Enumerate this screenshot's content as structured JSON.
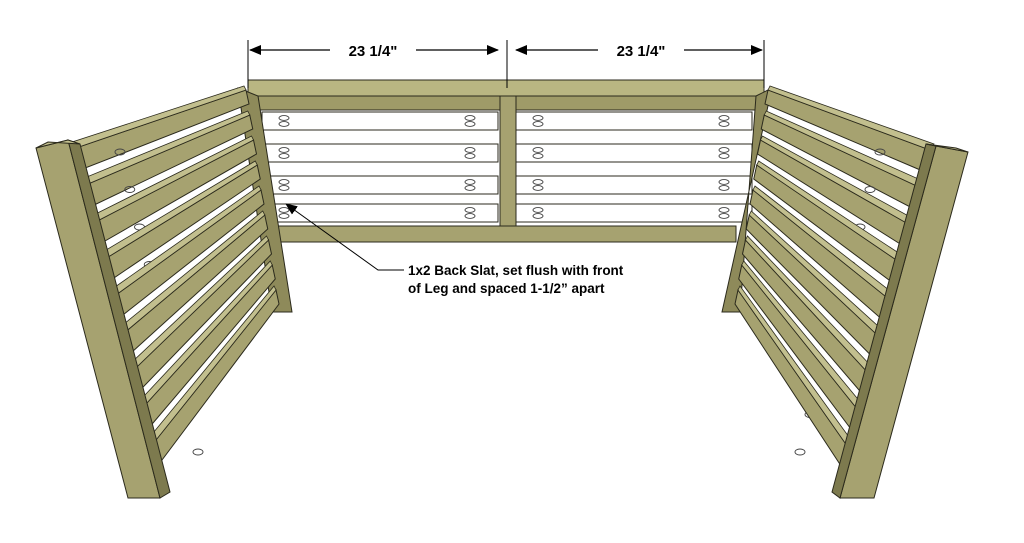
{
  "dimensions": {
    "left": "23 1/4\"",
    "right": "23 1/4\""
  },
  "annotation": {
    "line1": "1x2 Back Slat, set flush with front",
    "line2": "of Leg and spaced 1-1/2” apart"
  },
  "colors": {
    "wood_front": "#a6a270",
    "wood_top": "#c2bf8e",
    "wood_dark": "#7d7a4e",
    "slat_white": "#ffffff",
    "outline": "#2b2a1c"
  }
}
